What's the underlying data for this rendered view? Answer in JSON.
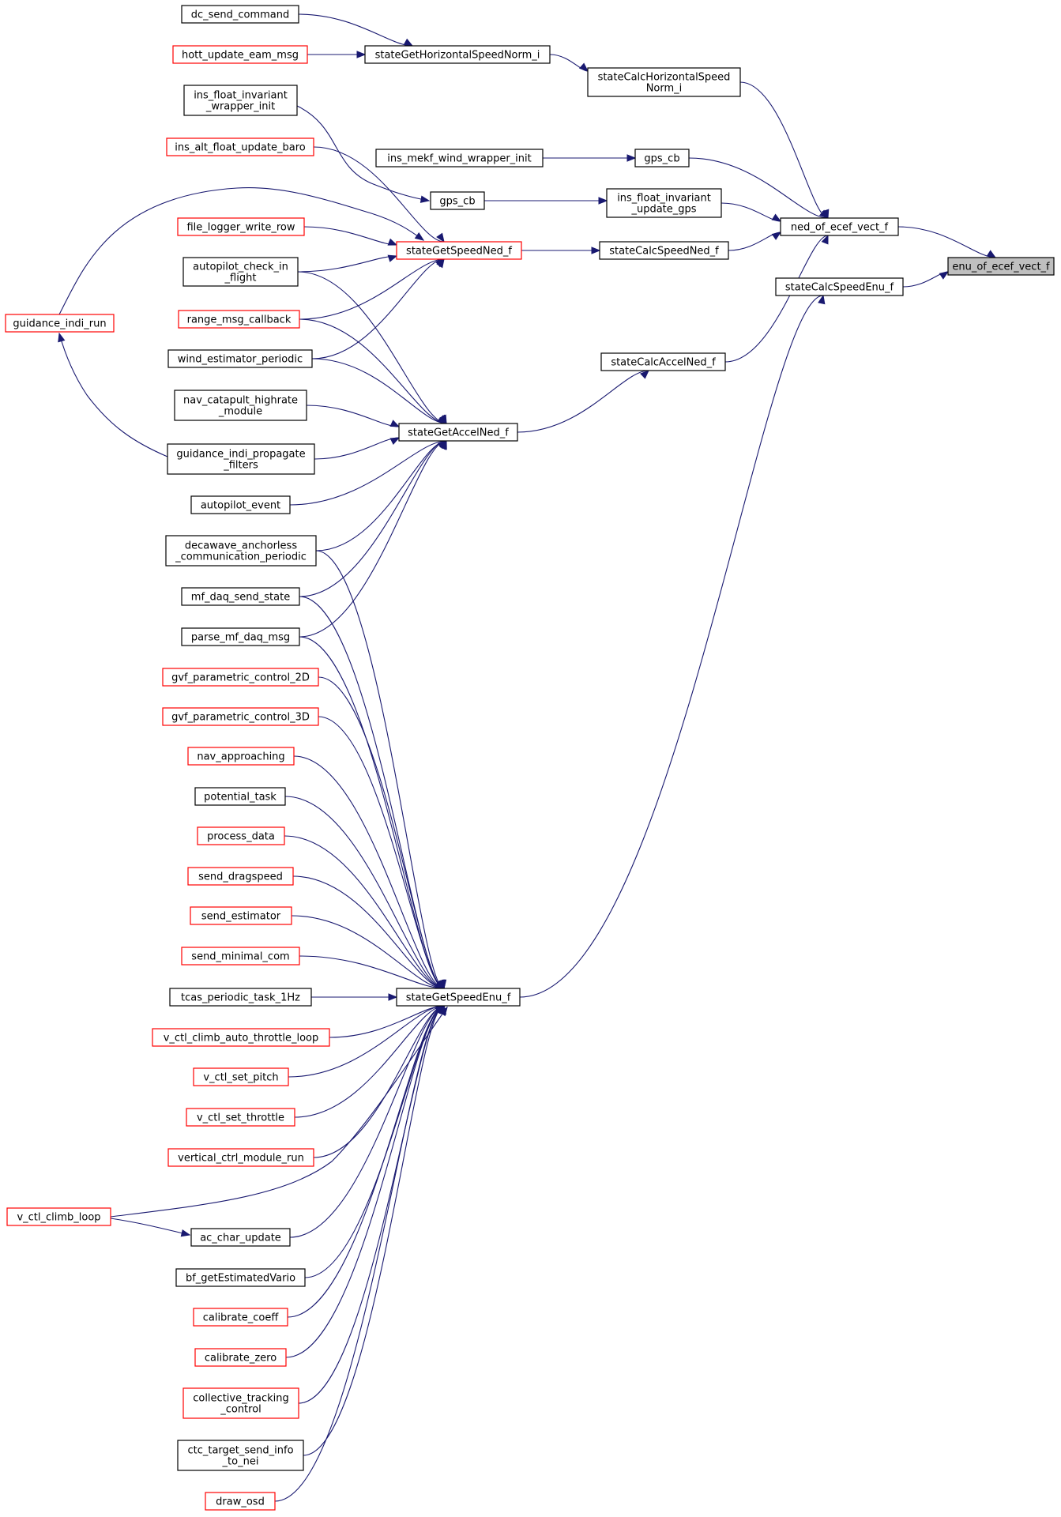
{
  "colors": {
    "edge": "#191970",
    "node_border": "#000000",
    "truncated_border": "#ff0000",
    "focus_fill": "#bfbfbf",
    "background": "#ffffff"
  },
  "graph": {
    "focus_node": "enu_of_ecef_vect_f",
    "nodes": [
      {
        "id": "enu",
        "lines": [
          "enu_of_ecef_vect_f"
        ],
        "style": "focus"
      },
      {
        "id": "ned",
        "lines": [
          "ned_of_ecef_vect_f"
        ],
        "style": "normal"
      },
      {
        "id": "calcSpeedEnu",
        "lines": [
          "stateCalcSpeedEnu_f"
        ],
        "style": "normal"
      },
      {
        "id": "calcHSN",
        "lines": [
          "stateCalcHorizontalSpeed",
          "Norm_i"
        ],
        "style": "normal"
      },
      {
        "id": "gpscb1",
        "lines": [
          "gps_cb"
        ],
        "style": "normal"
      },
      {
        "id": "insFloatGps",
        "lines": [
          "ins_float_invariant",
          "_update_gps"
        ],
        "style": "normal"
      },
      {
        "id": "calcSpeedNed",
        "lines": [
          "stateCalcSpeedNed_f"
        ],
        "style": "normal"
      },
      {
        "id": "calcAccelNed",
        "lines": [
          "stateCalcAccelNed_f"
        ],
        "style": "normal"
      },
      {
        "id": "getHSN",
        "lines": [
          "stateGetHorizontalSpeedNorm_i"
        ],
        "style": "normal"
      },
      {
        "id": "mekf",
        "lines": [
          "ins_mekf_wind_wrapper_init"
        ],
        "style": "normal"
      },
      {
        "id": "gpscb2",
        "lines": [
          "gps_cb"
        ],
        "style": "normal"
      },
      {
        "id": "getSpeedNed",
        "lines": [
          "stateGetSpeedNed_f"
        ],
        "style": "truncated"
      },
      {
        "id": "getAccelNed",
        "lines": [
          "stateGetAccelNed_f"
        ],
        "style": "normal"
      },
      {
        "id": "getSpeedEnu",
        "lines": [
          "stateGetSpeedEnu_f"
        ],
        "style": "normal"
      },
      {
        "id": "dcSend",
        "lines": [
          "dc_send_command"
        ],
        "style": "normal"
      },
      {
        "id": "hott",
        "lines": [
          "hott_update_eam_msg"
        ],
        "style": "truncated"
      },
      {
        "id": "insWrapper",
        "lines": [
          "ins_float_invariant",
          "_wrapper_init"
        ],
        "style": "normal"
      },
      {
        "id": "insAlt",
        "lines": [
          "ins_alt_float_update_baro"
        ],
        "style": "truncated"
      },
      {
        "id": "fileLogger",
        "lines": [
          "file_logger_write_row"
        ],
        "style": "truncated"
      },
      {
        "id": "apCheck",
        "lines": [
          "autopilot_check_in",
          "_flight"
        ],
        "style": "normal"
      },
      {
        "id": "rangeMsg",
        "lines": [
          "range_msg_callback"
        ],
        "style": "truncated"
      },
      {
        "id": "windEst",
        "lines": [
          "wind_estimator_periodic"
        ],
        "style": "normal"
      },
      {
        "id": "navCat",
        "lines": [
          "nav_catapult_highrate",
          "_module"
        ],
        "style": "normal"
      },
      {
        "id": "giProp",
        "lines": [
          "guidance_indi_propagate",
          "_filters"
        ],
        "style": "normal"
      },
      {
        "id": "apEvent",
        "lines": [
          "autopilot_event"
        ],
        "style": "normal"
      },
      {
        "id": "decawave",
        "lines": [
          "decawave_anchorless",
          "_communication_periodic"
        ],
        "style": "normal"
      },
      {
        "id": "mfSend",
        "lines": [
          "mf_daq_send_state"
        ],
        "style": "normal"
      },
      {
        "id": "parseMf",
        "lines": [
          "parse_mf_daq_msg"
        ],
        "style": "normal"
      },
      {
        "id": "gvf2d",
        "lines": [
          "gvf_parametric_control_2D"
        ],
        "style": "truncated"
      },
      {
        "id": "gvf3d",
        "lines": [
          "gvf_parametric_control_3D"
        ],
        "style": "truncated"
      },
      {
        "id": "navAppr",
        "lines": [
          "nav_approaching"
        ],
        "style": "truncated"
      },
      {
        "id": "potTask",
        "lines": [
          "potential_task"
        ],
        "style": "normal"
      },
      {
        "id": "procData",
        "lines": [
          "process_data"
        ],
        "style": "truncated"
      },
      {
        "id": "sendDrag",
        "lines": [
          "send_dragspeed"
        ],
        "style": "truncated"
      },
      {
        "id": "sendEst",
        "lines": [
          "send_estimator"
        ],
        "style": "truncated"
      },
      {
        "id": "sendMin",
        "lines": [
          "send_minimal_com"
        ],
        "style": "truncated"
      },
      {
        "id": "tcas",
        "lines": [
          "tcas_periodic_task_1Hz"
        ],
        "style": "normal"
      },
      {
        "id": "vClimbAuto",
        "lines": [
          "v_ctl_climb_auto_throttle_loop"
        ],
        "style": "truncated"
      },
      {
        "id": "vSetPitch",
        "lines": [
          "v_ctl_set_pitch"
        ],
        "style": "truncated"
      },
      {
        "id": "vSetThrottle",
        "lines": [
          "v_ctl_set_throttle"
        ],
        "style": "truncated"
      },
      {
        "id": "vertCtrl",
        "lines": [
          "vertical_ctrl_module_run"
        ],
        "style": "truncated"
      },
      {
        "id": "acChar",
        "lines": [
          "ac_char_update"
        ],
        "style": "normal"
      },
      {
        "id": "bfGet",
        "lines": [
          "bf_getEstimatedVario"
        ],
        "style": "normal"
      },
      {
        "id": "calCoeff",
        "lines": [
          "calibrate_coeff"
        ],
        "style": "truncated"
      },
      {
        "id": "calZero",
        "lines": [
          "calibrate_zero"
        ],
        "style": "truncated"
      },
      {
        "id": "collTrack",
        "lines": [
          "collective_tracking",
          "_control"
        ],
        "style": "truncated"
      },
      {
        "id": "ctcTarget",
        "lines": [
          "ctc_target_send_info",
          "_to_nei"
        ],
        "style": "normal"
      },
      {
        "id": "drawOsd",
        "lines": [
          "draw_osd"
        ],
        "style": "truncated"
      },
      {
        "id": "giRun",
        "lines": [
          "guidance_indi_run"
        ],
        "style": "truncated"
      },
      {
        "id": "vClimbLoop",
        "lines": [
          "v_ctl_climb_loop"
        ],
        "style": "truncated"
      }
    ],
    "edges": [
      {
        "from": "ned",
        "to": "enu"
      },
      {
        "from": "calcSpeedEnu",
        "to": "enu"
      },
      {
        "from": "calcHSN",
        "to": "ned"
      },
      {
        "from": "gpscb1",
        "to": "ned"
      },
      {
        "from": "insFloatGps",
        "to": "ned"
      },
      {
        "from": "calcSpeedNed",
        "to": "ned"
      },
      {
        "from": "calcAccelNed",
        "to": "ned"
      },
      {
        "from": "getHSN",
        "to": "calcHSN"
      },
      {
        "from": "mekf",
        "to": "gpscb1"
      },
      {
        "from": "gpscb2",
        "to": "insFloatGps"
      },
      {
        "from": "getSpeedNed",
        "to": "calcSpeedNed"
      },
      {
        "from": "getAccelNed",
        "to": "calcAccelNed"
      },
      {
        "from": "getSpeedEnu",
        "to": "calcSpeedEnu"
      },
      {
        "from": "dcSend",
        "to": "getHSN"
      },
      {
        "from": "hott",
        "to": "getHSN"
      },
      {
        "from": "insWrapper",
        "to": "gpscb2"
      },
      {
        "from": "giProp",
        "to": "giRun"
      },
      {
        "from": "insAlt",
        "to": "getSpeedNed"
      },
      {
        "from": "giRun",
        "to": "getSpeedNed"
      },
      {
        "from": "fileLogger",
        "to": "getSpeedNed"
      },
      {
        "from": "apCheck",
        "to": "getSpeedNed"
      },
      {
        "from": "rangeMsg",
        "to": "getSpeedNed"
      },
      {
        "from": "windEst",
        "to": "getSpeedNed"
      },
      {
        "from": "apCheck",
        "to": "getAccelNed"
      },
      {
        "from": "rangeMsg",
        "to": "getAccelNed"
      },
      {
        "from": "windEst",
        "to": "getAccelNed"
      },
      {
        "from": "navCat",
        "to": "getAccelNed"
      },
      {
        "from": "giProp",
        "to": "getAccelNed"
      },
      {
        "from": "apEvent",
        "to": "getAccelNed"
      },
      {
        "from": "decawave",
        "to": "getAccelNed"
      },
      {
        "from": "mfSend",
        "to": "getAccelNed"
      },
      {
        "from": "parseMf",
        "to": "getAccelNed"
      },
      {
        "from": "decawave",
        "to": "getSpeedEnu"
      },
      {
        "from": "mfSend",
        "to": "getSpeedEnu"
      },
      {
        "from": "parseMf",
        "to": "getSpeedEnu"
      },
      {
        "from": "gvf2d",
        "to": "getSpeedEnu"
      },
      {
        "from": "gvf3d",
        "to": "getSpeedEnu"
      },
      {
        "from": "navAppr",
        "to": "getSpeedEnu"
      },
      {
        "from": "potTask",
        "to": "getSpeedEnu"
      },
      {
        "from": "procData",
        "to": "getSpeedEnu"
      },
      {
        "from": "sendDrag",
        "to": "getSpeedEnu"
      },
      {
        "from": "sendEst",
        "to": "getSpeedEnu"
      },
      {
        "from": "sendMin",
        "to": "getSpeedEnu"
      },
      {
        "from": "tcas",
        "to": "getSpeedEnu"
      },
      {
        "from": "vClimbAuto",
        "to": "getSpeedEnu"
      },
      {
        "from": "vSetPitch",
        "to": "getSpeedEnu"
      },
      {
        "from": "vSetThrottle",
        "to": "getSpeedEnu"
      },
      {
        "from": "vertCtrl",
        "to": "getSpeedEnu"
      },
      {
        "from": "vClimbLoop",
        "to": "getSpeedEnu"
      },
      {
        "from": "acChar",
        "to": "getSpeedEnu"
      },
      {
        "from": "bfGet",
        "to": "getSpeedEnu"
      },
      {
        "from": "calCoeff",
        "to": "getSpeedEnu"
      },
      {
        "from": "calZero",
        "to": "getSpeedEnu"
      },
      {
        "from": "collTrack",
        "to": "getSpeedEnu"
      },
      {
        "from": "ctcTarget",
        "to": "getSpeedEnu"
      },
      {
        "from": "drawOsd",
        "to": "getSpeedEnu"
      },
      {
        "from": "vClimbLoop",
        "to": "acChar"
      }
    ]
  }
}
